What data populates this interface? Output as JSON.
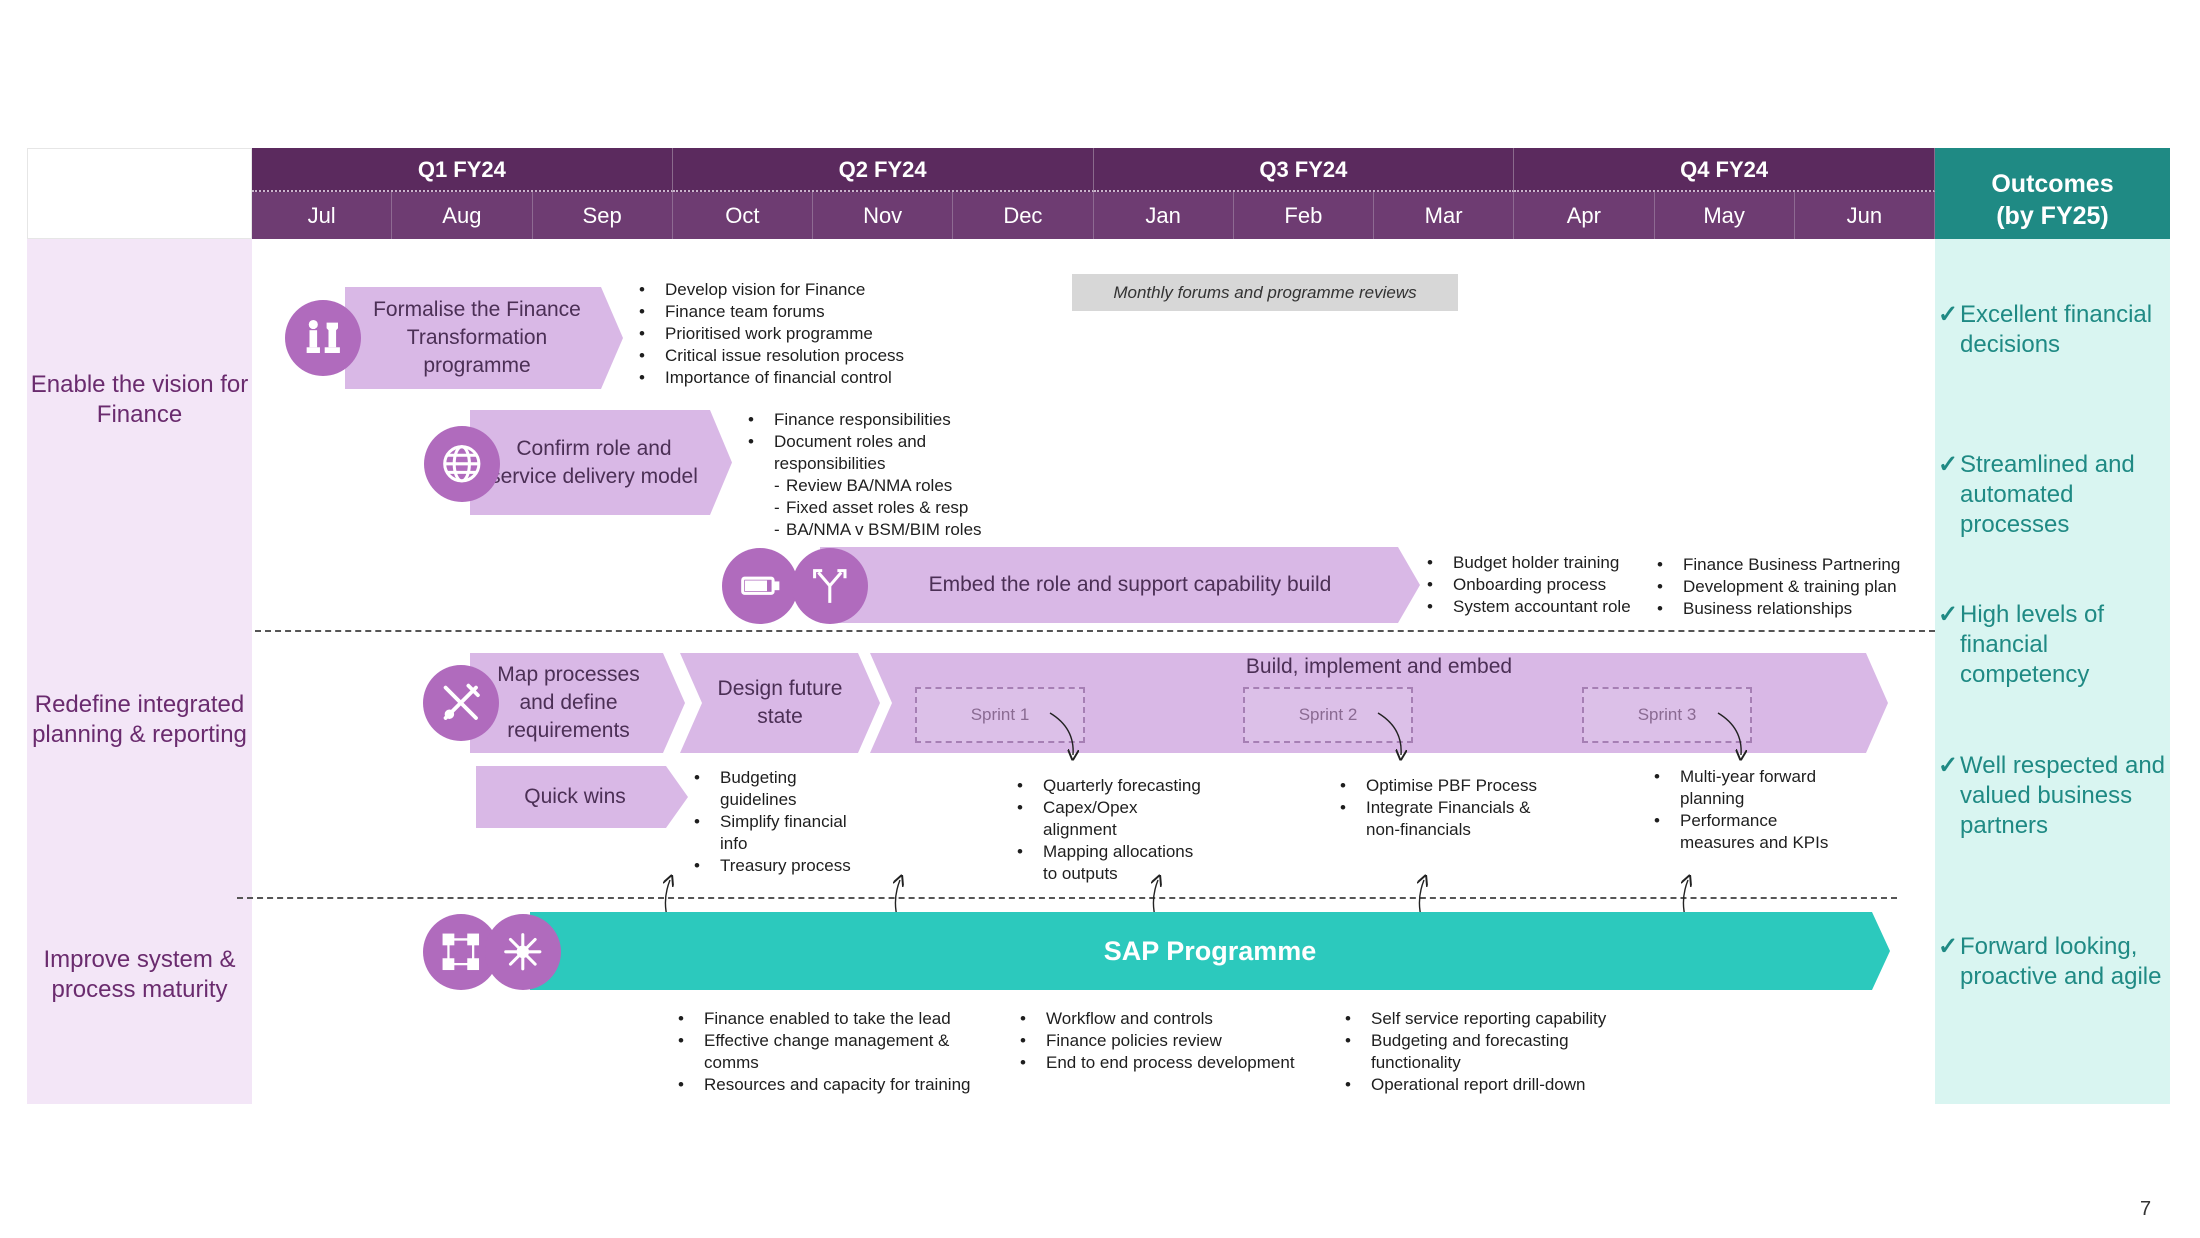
{
  "header": {
    "quarters": [
      "Q1 FY24",
      "Q2 FY24",
      "Q3 FY24",
      "Q4 FY24"
    ],
    "months": [
      "Jul",
      "Aug",
      "Sep",
      "Oct",
      "Nov",
      "Dec",
      "Jan",
      "Feb",
      "Mar",
      "Apr",
      "May",
      "Jun"
    ],
    "outcomes_title_1": "Outcomes",
    "outcomes_title_2": "(by FY25)"
  },
  "rows": [
    {
      "label": "Enable the vision for Finance"
    },
    {
      "label": "Redefine integrated planning & reporting"
    },
    {
      "label": "Improve system & process maturity"
    }
  ],
  "vision": {
    "formalise_label": "Formalise the Finance Transformation programme",
    "formalise_bullets": [
      "Develop vision for Finance",
      "Finance team forums",
      "Prioritised work programme",
      "Critical issue resolution process",
      "Importance of financial control"
    ],
    "forums_label": "Monthly forums and programme reviews",
    "confirm_label": "Confirm role and service delivery model",
    "confirm_bullets": [
      "Finance responsibilities",
      "Document roles and",
      "responsibilities"
    ],
    "confirm_subs": [
      "Review BA/NMA roles",
      "Fixed asset roles & resp",
      "BA/NMA v BSM/BIM roles"
    ],
    "embed_label": "Embed the role and support  capability build",
    "embed_bullets_a": [
      "Budget holder training",
      "Onboarding process",
      "System accountant role"
    ],
    "embed_bullets_b": [
      "Finance Business Partnering",
      "Development & training plan",
      "Business relationships"
    ]
  },
  "planning": {
    "map_label": "Map processes and define requirements",
    "design_label": "Design future state",
    "build_label": "Build, implement and embed",
    "sprints": [
      "Sprint 1",
      "Sprint 2",
      "Sprint 3"
    ],
    "quickwins_label": "Quick wins",
    "bullets_1": [
      "Budgeting",
      "guidelines",
      "Simplify financial",
      "info",
      "Treasury process"
    ],
    "bullets_2": [
      "Quarterly forecasting",
      "Capex/Opex",
      "alignment",
      "Mapping allocations",
      "to outputs"
    ],
    "bullets_3": [
      "Optimise PBF Process",
      "Integrate Financials &",
      "non-financials"
    ],
    "bullets_4": [
      "Multi-year forward",
      "planning",
      "Performance",
      "measures and KPIs"
    ]
  },
  "system": {
    "sap_label": "SAP Programme",
    "bullets_1": [
      "Finance enabled to take the lead",
      "Effective change management &",
      "comms",
      "Resources and capacity for training"
    ],
    "bullets_2": [
      "Workflow and controls",
      "Finance policies review",
      "End to end process development"
    ],
    "bullets_3": [
      "Self service reporting capability",
      "Budgeting and forecasting",
      "functionality",
      "Operational report drill-down"
    ]
  },
  "outcomes": [
    {
      "tick": "✓",
      "text": "Excellent financial decisions"
    },
    {
      "tick": "✓",
      "text": "Streamlined and automated processes"
    },
    {
      "tick": "✓",
      "text": "High levels of financial competency"
    },
    {
      "tick": "✓",
      "text": "Well respected and valued business partners"
    },
    {
      "tick": "✓",
      "text": "Forward looking, proactive and agile"
    }
  ],
  "page_number": "7",
  "colors": {
    "header_purple": "#5b2a5e",
    "chevron_lilac": "#d9b8e6",
    "icon_purple": "#b06bbd",
    "teal": "#2cc9bd",
    "outcome_teal": "#1f8a84"
  }
}
